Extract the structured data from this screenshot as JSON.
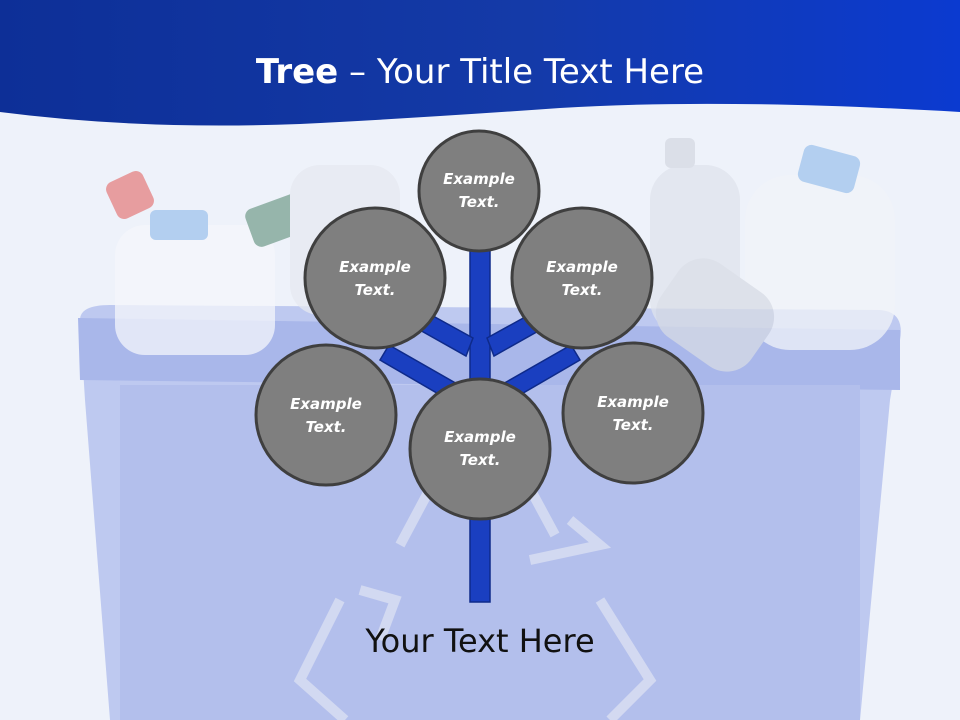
{
  "title": {
    "bold": "Tree",
    "rest": " – Your Title Text Here"
  },
  "nodes": [
    {
      "id": "top",
      "label": "Example Text."
    },
    {
      "id": "upper-left",
      "label": "Example Text."
    },
    {
      "id": "upper-right",
      "label": "Example Text."
    },
    {
      "id": "mid-left",
      "label": "Example Text."
    },
    {
      "id": "center",
      "label": "Example Text."
    },
    {
      "id": "mid-right",
      "label": "Example Text."
    }
  ],
  "footer": "Your Text Here",
  "colors": {
    "header": "#1d45b8",
    "branch": "#1a3fc0",
    "node_fill": "#7f7f7f",
    "node_stroke": "#3f3f3f"
  }
}
